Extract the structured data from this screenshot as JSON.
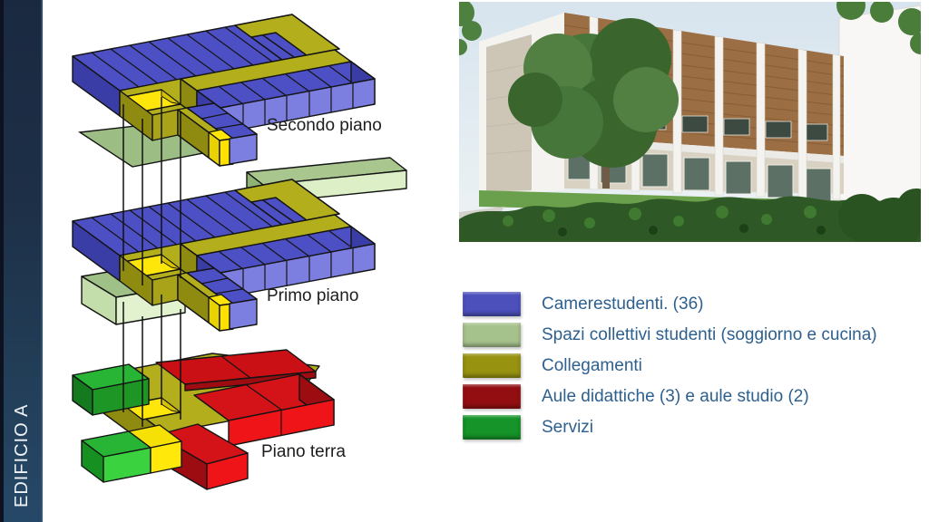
{
  "sidebar": {
    "label": "EDIFICIO A"
  },
  "floors": {
    "secondo": "Secondo piano",
    "primo": "Primo piano",
    "terra": "Piano terra"
  },
  "legend": {
    "items": [
      {
        "label": "Camerestudenti. (36)",
        "color": "#4c50bb"
      },
      {
        "label": "Spazi collettivi studenti (soggiorno e cucina)",
        "color": "#a6c28c"
      },
      {
        "label": "Collegamenti",
        "color": "#97920f"
      },
      {
        "label": "Aule didattiche (3) e aule studio (2)",
        "color": "#930e10"
      },
      {
        "label": "Servizi",
        "color": "#169329"
      }
    ],
    "text_color": "#2d608f"
  },
  "diagram_colors": {
    "rooms_blue": "#4d50c4",
    "corridor_olive": "#b3ae1c",
    "courtyard_yellow": "#ffe60a",
    "terrace_green": "#9cbd83",
    "classrooms_red": "#d31318",
    "services_green": "#28b434"
  }
}
